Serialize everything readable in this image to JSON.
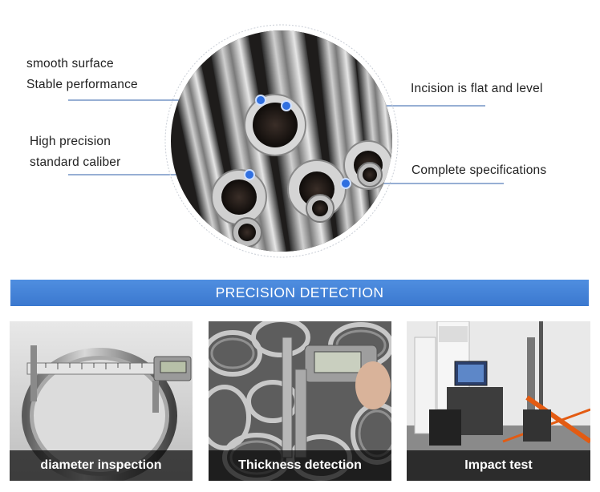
{
  "callouts": {
    "surface_line1": "smooth surface",
    "surface_line2": "Stable performance",
    "precision_line1": "High precision",
    "precision_line2": "standard caliber",
    "incision": "Incision is flat and level",
    "specs": "Complete specifications"
  },
  "banner": {
    "title": "PRECISION DETECTION"
  },
  "photos": [
    {
      "caption": "diameter inspection"
    },
    {
      "caption": "Thickness detection"
    },
    {
      "caption": "Impact test"
    }
  ],
  "colors": {
    "accent": "#3b78cf",
    "dot": "#2f6fe0",
    "leader": "#2f5fa8"
  }
}
